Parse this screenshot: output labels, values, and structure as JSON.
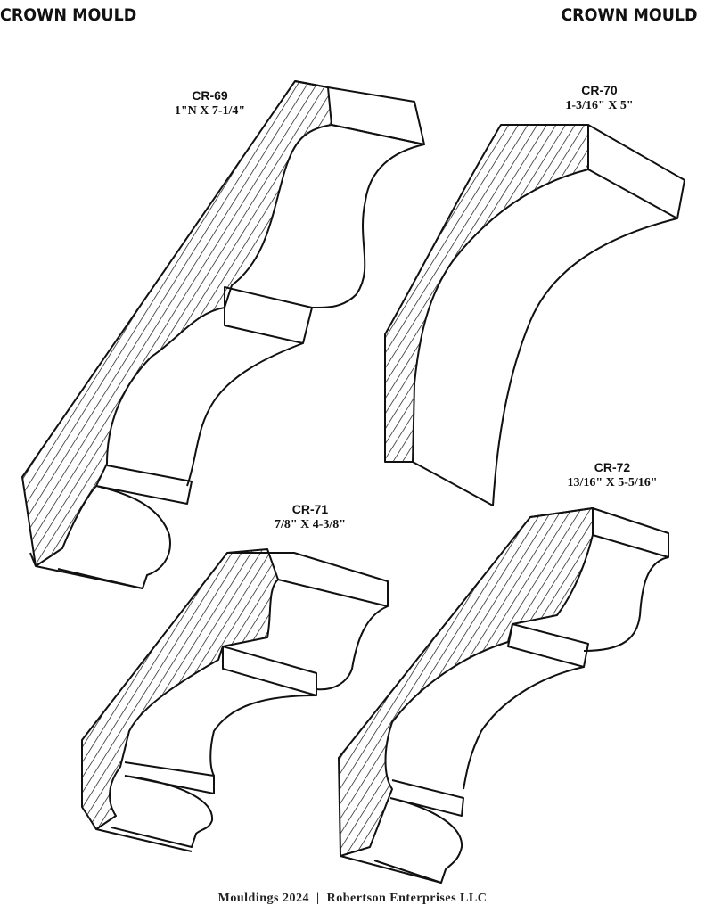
{
  "header": {
    "left_title": "CROWN MOULD",
    "right_title": "CROWN MOULD"
  },
  "mouldings": [
    {
      "code": "CR-69",
      "size": "1\"N X 7-1/4\""
    },
    {
      "code": "CR-70",
      "size": "1-3/16\" X 5\""
    },
    {
      "code": "CR-71",
      "size": "7/8\" X 4-3/8\""
    },
    {
      "code": "CR-72",
      "size": "13/16\" X 5-5/16\""
    }
  ],
  "footer": {
    "catalog": "Mouldings 2024",
    "separator": "|",
    "company": "Robertson Enterprises LLC"
  }
}
